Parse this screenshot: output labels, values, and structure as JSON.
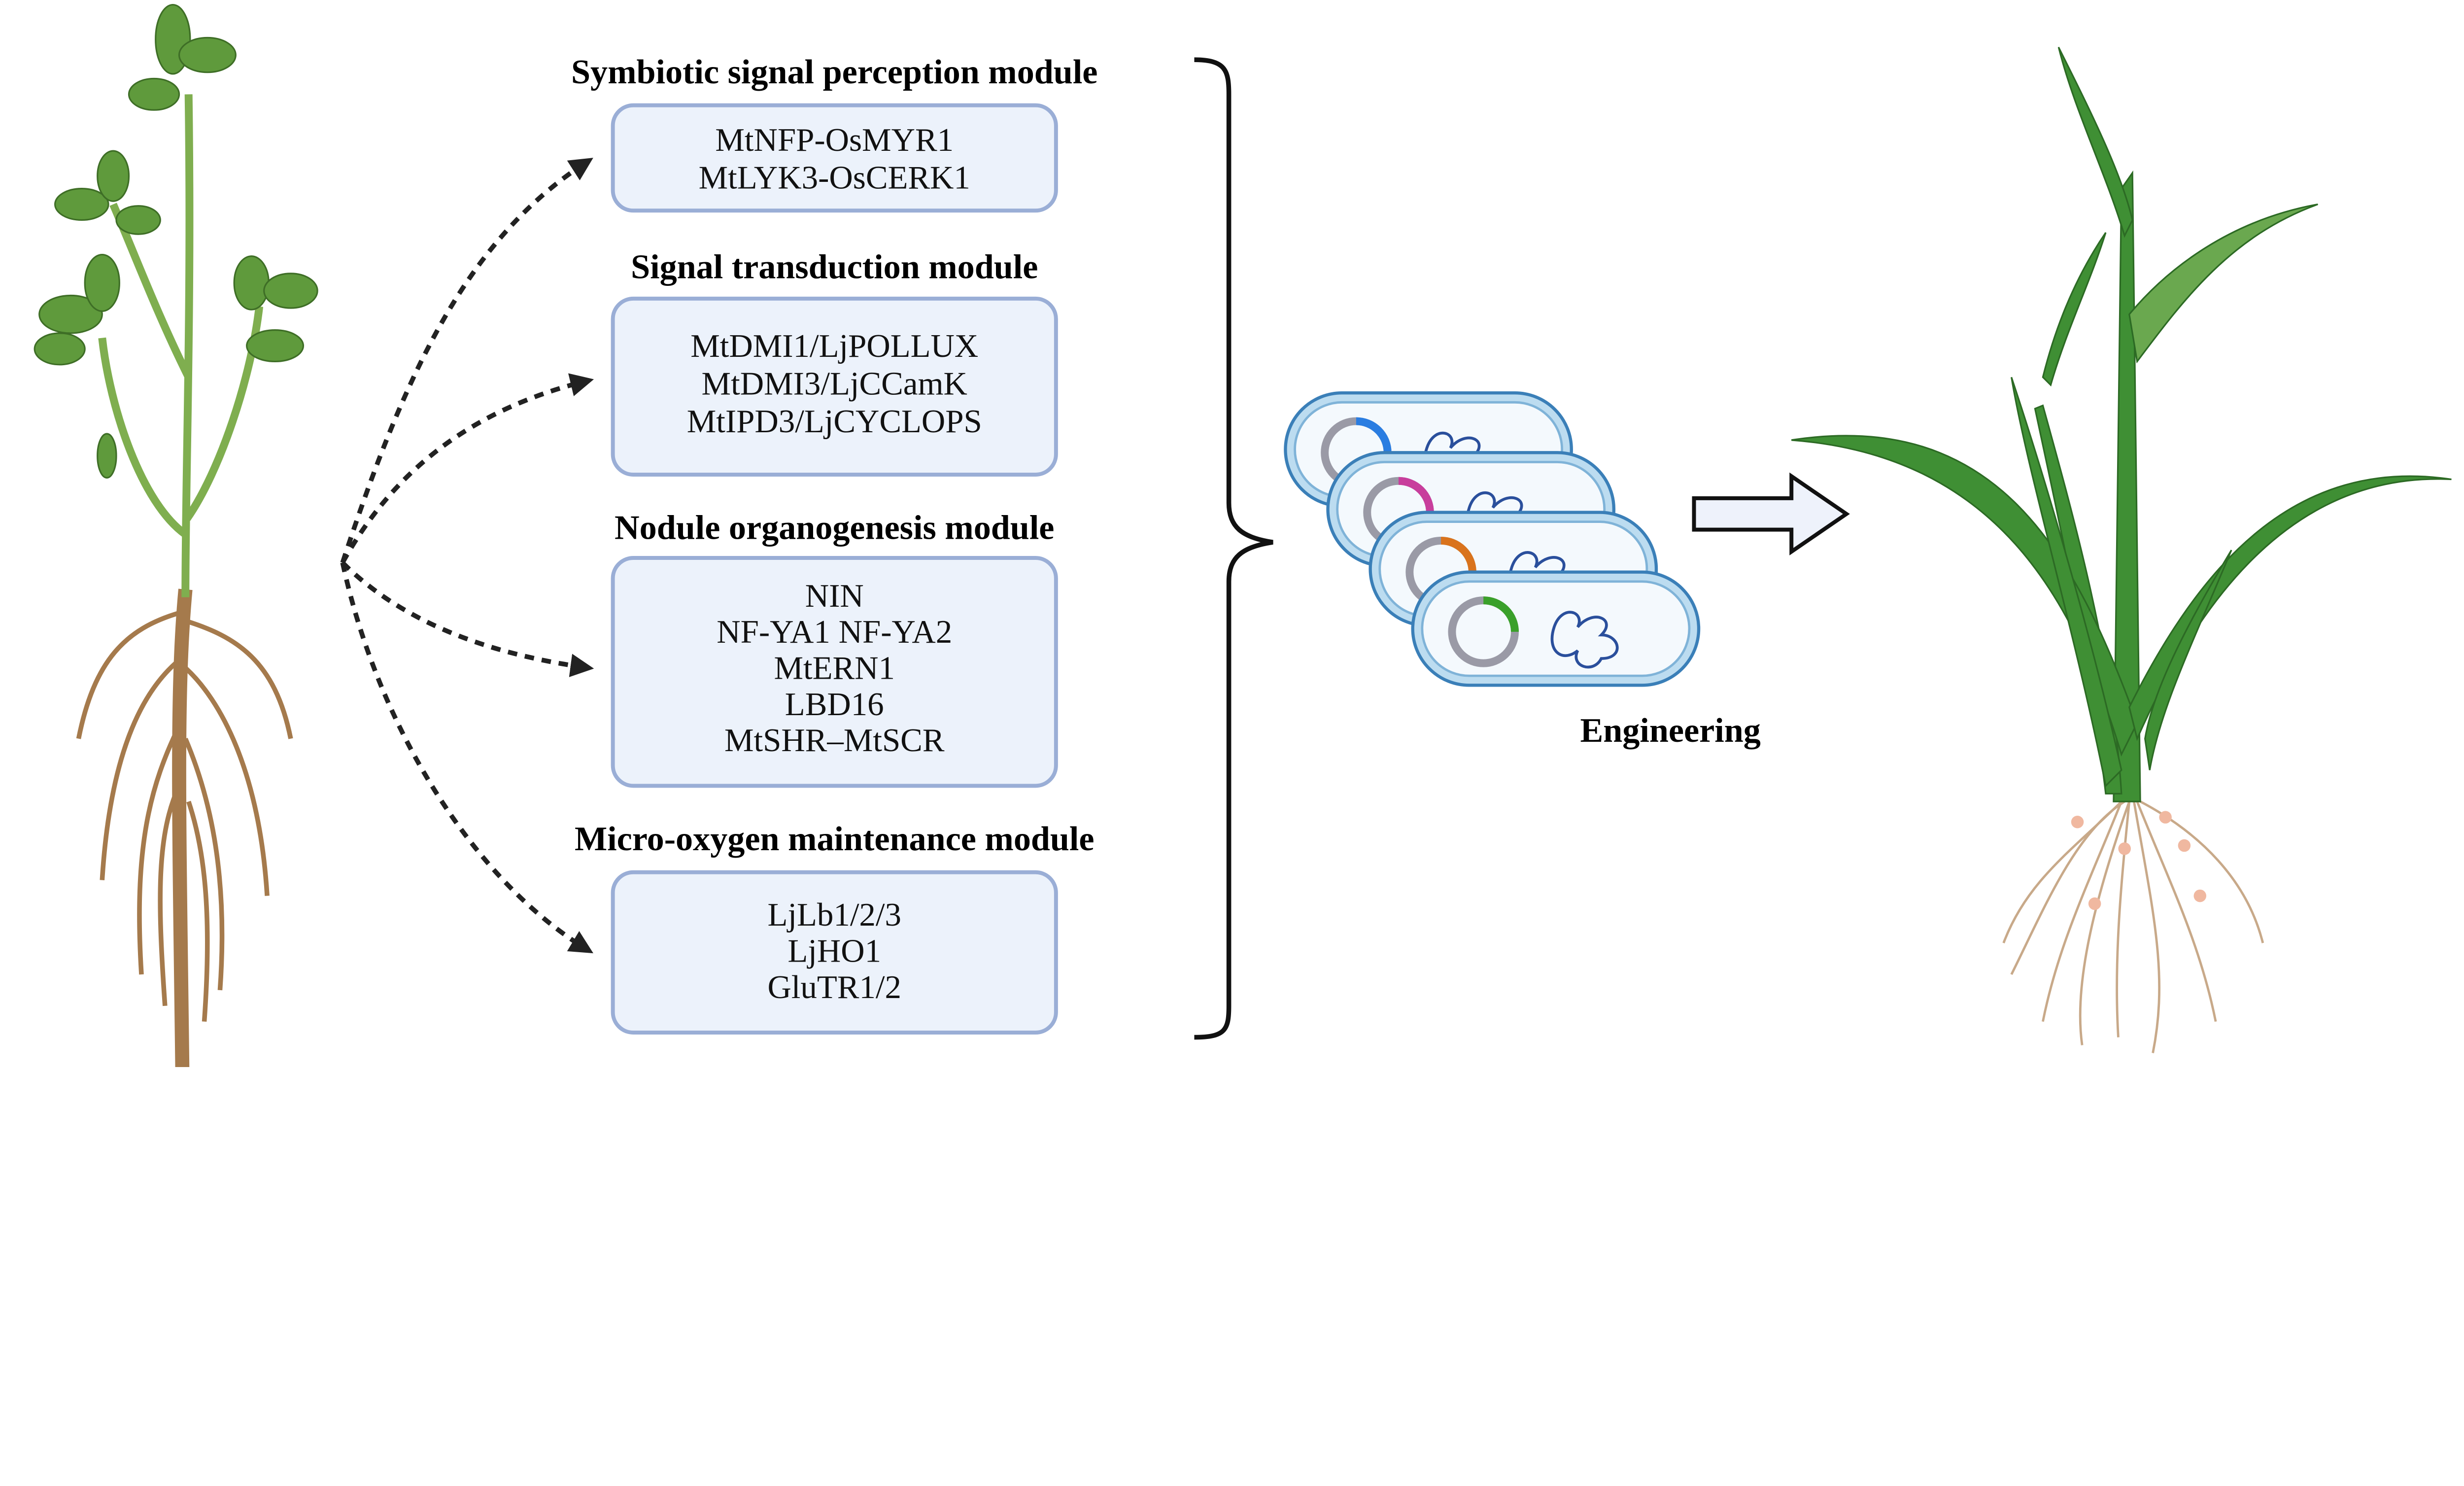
{
  "modules": [
    {
      "title": "Symbiotic signal perception module",
      "genes": [
        "MtNFP-OsMYR1",
        "MtLYK3-OsCERK1"
      ]
    },
    {
      "title": "Signal transduction module",
      "genes": [
        "MtDMI1/LjPOLLUX",
        "MtDMI3/LjCCamK",
        "MtIPD3/LjCYCLOPS"
      ]
    },
    {
      "title": "Nodule organogenesis module",
      "genes": [
        "NIN",
        "NF-YA1 NF-YA2",
        "MtERN1",
        "LBD16",
        "MtSHR–MtSCR"
      ]
    },
    {
      "title": "Micro-oxygen maintenance module",
      "genes": [
        "LjLb1/2/3",
        "LjHO1",
        "GluTR1/2"
      ]
    }
  ],
  "engineering_label": "Engineering",
  "colors": {
    "box_fill": "#ecf2fb",
    "box_stroke": "#9aaed6",
    "plasmid_accents": [
      "#2a7de1",
      "#c83e9c",
      "#d9731c",
      "#3aa02a"
    ],
    "leaf_green": "#5f9a3c",
    "cereal_green": "#3f8f34",
    "root_brown": "#a57a4c"
  },
  "icons": [
    "legume-plant-icon",
    "bacteria-plasmid-icon",
    "cereal-plant-icon",
    "hollow-arrow-icon",
    "curly-brace-icon"
  ]
}
